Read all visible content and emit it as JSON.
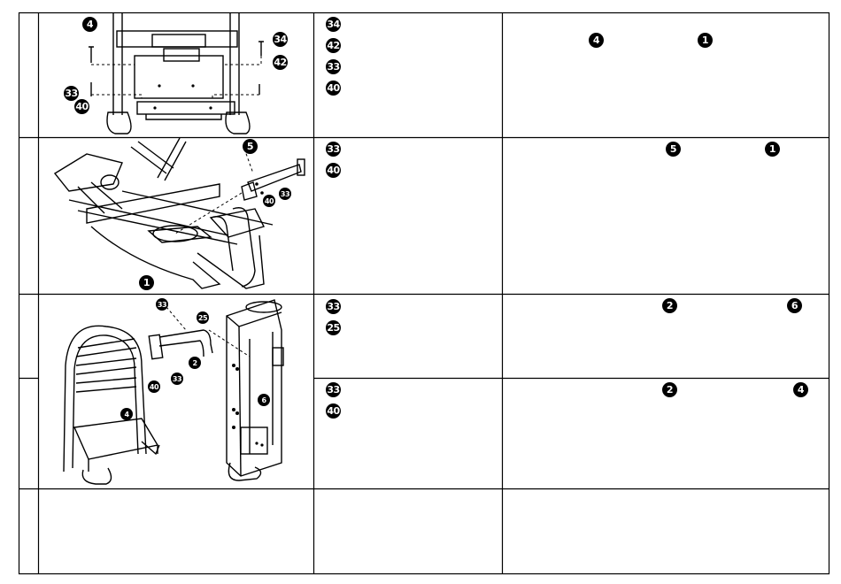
{
  "colors": {
    "ink": "#000000",
    "paper": "#ffffff",
    "line_light": "#9a9a9a"
  },
  "rows": [
    {
      "parts": [
        "34",
        "42",
        "33",
        "40"
      ],
      "instruction_parts": [
        "4",
        "1"
      ],
      "callouts": [
        "4",
        "34",
        "42",
        "33",
        "40"
      ]
    },
    {
      "parts": [
        "33",
        "40"
      ],
      "instruction_parts": [
        "5",
        "1"
      ],
      "callouts": [
        "5",
        "33",
        "40",
        "1"
      ]
    },
    {
      "parts": [
        "33",
        "25"
      ],
      "instruction_parts": [
        "2",
        "6"
      ],
      "callouts": [
        "33",
        "25",
        "2",
        "40",
        "33",
        "4",
        "6"
      ]
    },
    {
      "parts": [
        "33",
        "40"
      ],
      "instruction_parts": [
        "2",
        "4"
      ]
    }
  ]
}
